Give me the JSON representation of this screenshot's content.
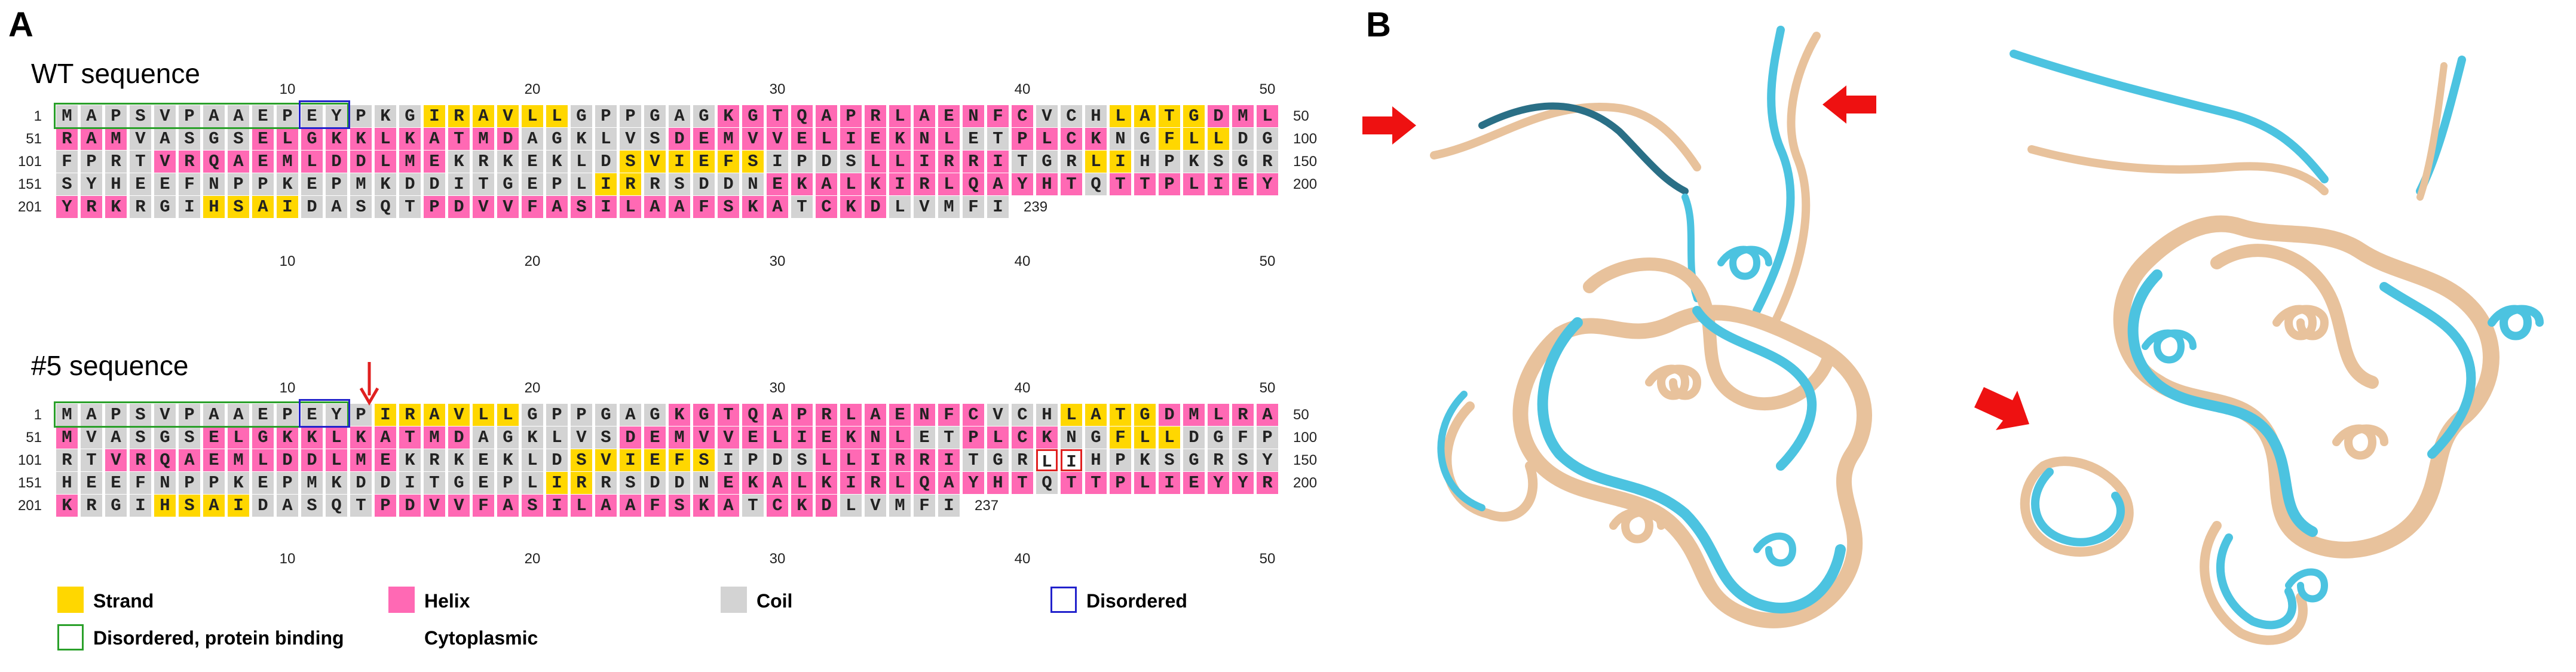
{
  "panel_a": {
    "label": "A",
    "wt": {
      "title": "WT sequence",
      "rows": [
        {
          "start": "1",
          "end": "50",
          "seq": "MAPSVPAAEPEYPKGIRAVLLGPPGAGKGTQAPRLAENFCVCHLATGDML",
          "ss": "CCCCCCCCCCCCCCCSSSSSSCCCCCCHHHHHHHHHHHHHCCCSSSSHHHH"
        },
        {
          "start": "51",
          "end": "100",
          "seq": "RAMVASGSELGKKLKATMDAGKLVSDEMVVELIEKNLETPLCKNGFLLDG",
          "ss": "HHHCCCCCHHHHHHHHHHHCCCCCCHHHHHHHHHHHHCCHHHHCCSSSCC"
        },
        {
          "start": "101",
          "end": "150",
          "seq": "FPRTVRQAEMLDDLMEKRKEKLDSVIEFSIPDSLLIRRITGRLIHPKSGR",
          "ss": "CCCCHHHHHHHHHHHHCCCCCCCSSSSSSCCCCHHHHHHCCCSSCCCCCC"
        },
        {
          "start": "151",
          "end": "200",
          "seq": "SYHEEFNPPKEPMKDDITGEPLIRRSDDNEKALKIRLQAYHTQTTPLIEY",
          "ss": "CCCCCCCCCCCCCCCCCCCCCCSSCCCCCHHHHHHHHHHHHHCHHHHHHH"
        },
        {
          "start": "201",
          "end": "239",
          "seq": "YRKRGIHSAIDASQTPDVVFASILAAFSKATCKDLVMFI",
          "ss": "HHHCCCSSSSCCCCCHHHHHHHHHHHHHHHCHHHCCCCC"
        }
      ]
    },
    "mut": {
      "title": "#5 sequence",
      "rows": [
        {
          "start": "1",
          "end": "50",
          "seq": "MAPSVPAAEPEYPIRAVLLGPPGAGKGTQAPRLAENFCVCHLATGDMLRA",
          "ss": "CCCCCCCCCCCCCSSSSSSCCCCCCHHHHHHHHHHHHHCCCSSSSHHHHHH"
        },
        {
          "start": "51",
          "end": "100",
          "seq": "MVASGSELGKKLKATMDAGKLVSDEMVVELIEKNLETPLCKNGFLLDGFP",
          "ss": "HCCCCCHHHHHHHHHHHCCCCCCHHHHHHHHHHHHCCHHHHCCSSSCCCC"
        },
        {
          "start": "101",
          "end": "150",
          "seq": "RTVRQAEMLDDLMEKRKEKLDSVIEFSIPDSLLIRRITGRLIHPKSGRSY",
          "ss": "CCHHHHHHHHHHHHCCCCCCCSSSSSSCCCCHHHHHHCCCRRCCCCCCCC"
        },
        {
          "start": "151",
          "end": "200",
          "seq": "HEEFNPPKEPMKDDITGEPLIRRSDDNEKALKIRLQAYHTQTTPLIEYYR",
          "ss": "CCCCCCCCCCCCCCCCCCCCSSCCCCCHHHHHHHHHHHHHCHHHHHHHHH"
        },
        {
          "start": "201",
          "end": "237",
          "seq": "KRGIHSAIDASQTPDVVFASILAAFSKATCKDLVMFI",
          "ss": "HCCCSSSSCCCCCHHHHHHHHHHHHHHHCHHHCCCCC"
        }
      ]
    },
    "ruler_ticks": [
      "10",
      "20",
      "30",
      "40",
      "50"
    ],
    "legend": {
      "strand": "Strand",
      "helix": "Helix",
      "coil": "Coil",
      "disordered": "Disordered",
      "disordered_pb": "Disordered, protein binding",
      "cytoplasmic": "Cytoplasmic"
    },
    "colors": {
      "strand": "#ffd700",
      "helix": "#ff69b4",
      "coil": "#d3d3d3",
      "disordered": "#2222cc",
      "disordered_pb": "#2aa02a",
      "mutation_arrow": "#e02020"
    }
  },
  "panel_b": {
    "label": "B",
    "colors": {
      "structure_wt": "#e8c29c",
      "structure_mut": "#4cc3e0",
      "arrow": "#ee1111"
    }
  }
}
